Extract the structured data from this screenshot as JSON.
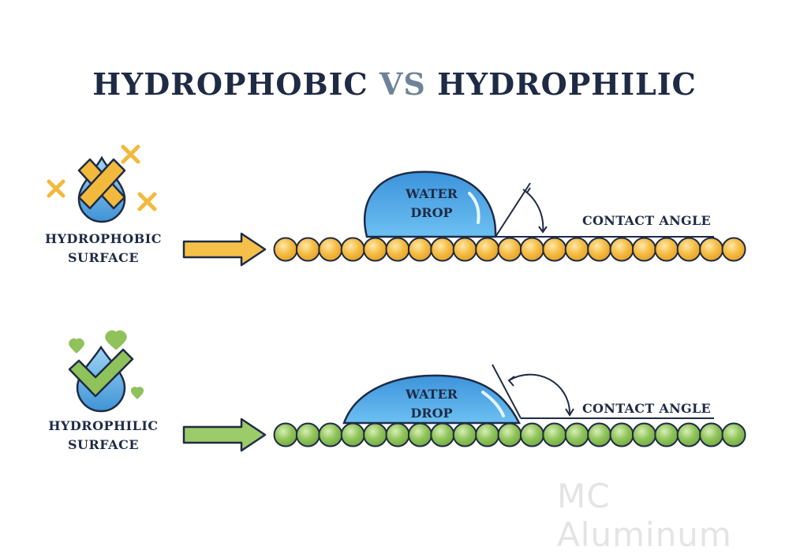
{
  "title": {
    "left": "HYDROPHOBIC",
    "vs": "VS",
    "right": "HYDROPHILIC"
  },
  "hydrophobic": {
    "label_line1": "HYDROPHOBIC",
    "label_line2": "SURFACE",
    "drop_line1": "WATER",
    "drop_line2": "DROP",
    "contact_angle": "CONTACT ANGLE",
    "icon": "water-drop-cross-icon",
    "accent": "#f2b93c",
    "bead_color": "#f2b93c"
  },
  "hydrophilic": {
    "label_line1": "HYDROPHILIC",
    "label_line2": "SURFACE",
    "drop_line1": "WATER",
    "drop_line2": "DROP",
    "contact_angle": "CONTACT ANGLE",
    "icon": "water-drop-check-icon",
    "accent": "#8fc25a",
    "bead_color": "#8fc25a"
  },
  "colors": {
    "outline": "#1f2b45",
    "water": "#4a9fe0",
    "vs": "#6f8398"
  },
  "watermark": "MC Aluminum"
}
